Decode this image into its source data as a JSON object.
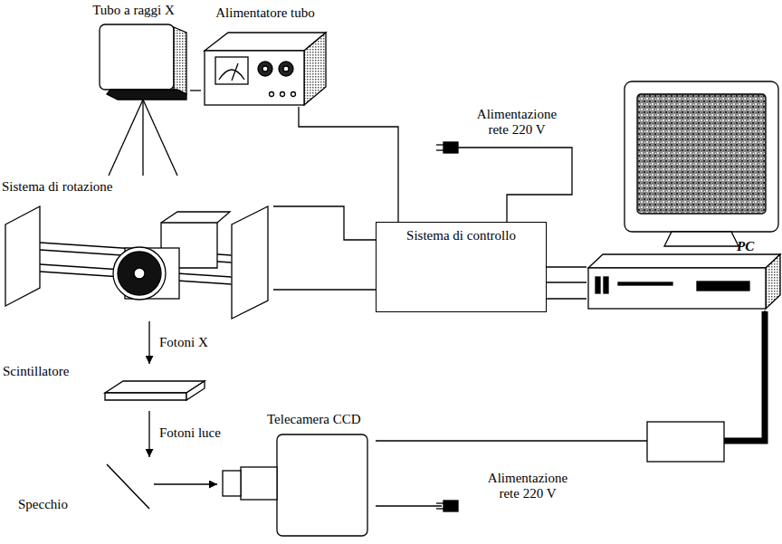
{
  "diagram": {
    "nodes": [
      {
        "text": [
          "Tubo a raggi X"
        ]
      },
      {
        "text": [
          "Alimentatore tubo"
        ]
      },
      {
        "text": [
          "Alimentazione rete 220 V"
        ]
      },
      {
        "text": [
          "Sistema di controllo"
        ]
      },
      {
        "text": [
          "PC"
        ]
      },
      {
        "text": [
          "Sistema di rotazione"
        ]
      },
      {
        "text": [
          "Scintillatore"
        ]
      },
      {
        "text": [
          "Specchio"
        ]
      },
      {
        "text": [
          "Telecamera CCD"
        ]
      },
      {
        "text": [
          "Alimentazione rete 220 V"
        ]
      }
    ],
    "edges": [
      {
        "from": 0,
        "to": 1,
        "arrow": "none"
      },
      {
        "from": 1,
        "to": 3,
        "arrow": "none"
      },
      {
        "from": 2,
        "to": 3,
        "arrow": "none"
      },
      {
        "from": 5,
        "to": 3,
        "arrow": "none"
      },
      {
        "from": 5,
        "to": 3,
        "arrow": "none"
      },
      {
        "from": 3,
        "to": 4,
        "arrow": "none"
      },
      {
        "from": 3,
        "to": 4,
        "arrow": "none"
      },
      {
        "from": 3,
        "to": 4,
        "arrow": "none"
      },
      {
        "from": 5,
        "to": 6,
        "label": "Fotoni X",
        "arrow": "to"
      },
      {
        "from": 6,
        "to": 7,
        "label": "Fotoni luce",
        "arrow": "to"
      },
      {
        "from": 7,
        "to": 8,
        "arrow": "to"
      },
      {
        "from": 9,
        "to": 8,
        "arrow": "none"
      },
      {
        "from": 8,
        "to": 4,
        "arrow": "none"
      }
    ]
  }
}
